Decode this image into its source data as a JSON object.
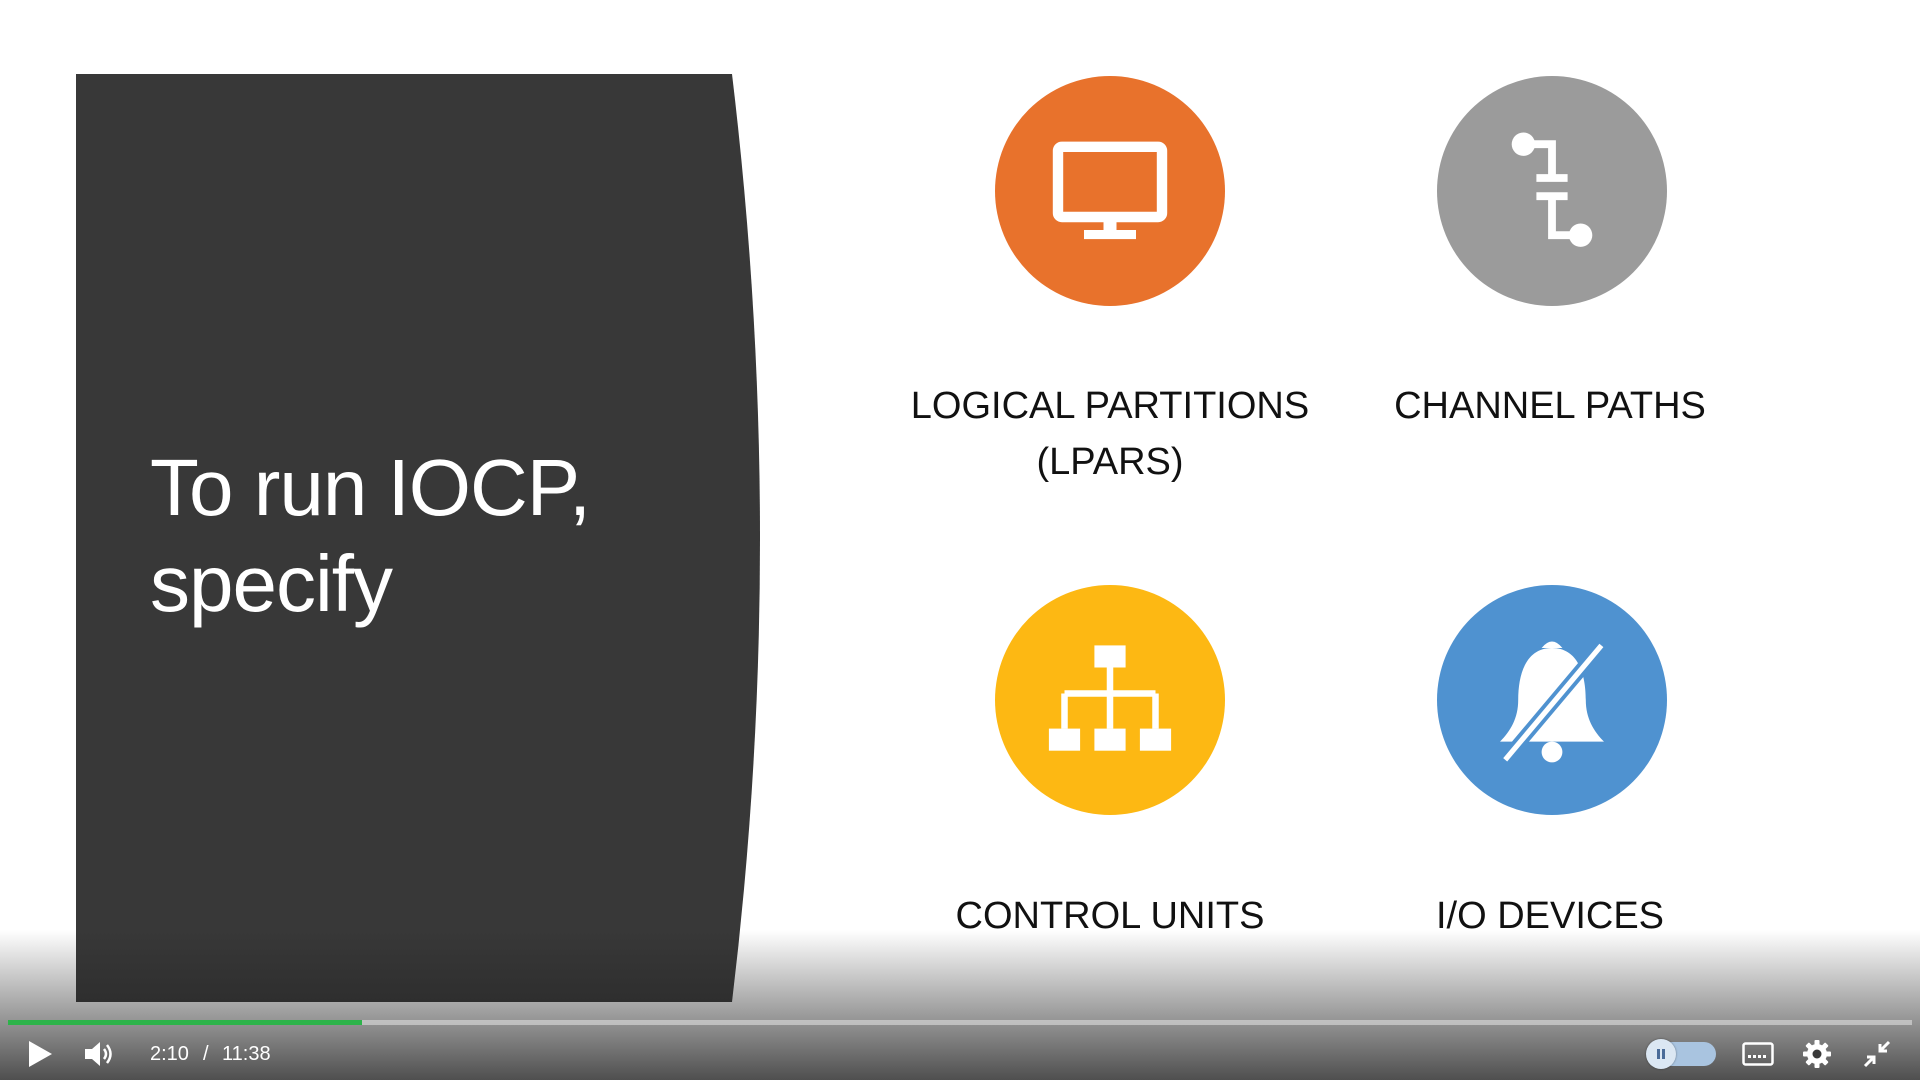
{
  "slide": {
    "title_line1": "To run IOCP,",
    "title_line2": "specify",
    "items": [
      {
        "label": "LOGICAL PARTITIONS (LPARS)",
        "color": "#E8722C",
        "icon": "monitor-icon"
      },
      {
        "label": "CHANNEL PATHS",
        "color": "#9B9B9B",
        "icon": "path-connector-icon"
      },
      {
        "label": "CONTROL UNITS",
        "color": "#FDB813",
        "icon": "hierarchy-icon"
      },
      {
        "label": "I/O DEVICES",
        "color": "#4F92D0",
        "icon": "bell-slash-icon"
      }
    ],
    "panel_color": "#383838"
  },
  "player": {
    "current_time": "2:10",
    "separator": "/",
    "duration": "11:38",
    "progress_fraction": 0.186,
    "progress_color": "#2DB34A",
    "icons": [
      "play-icon",
      "volume-icon",
      "speed-toggle",
      "captions-icon",
      "settings-icon",
      "exit-fullscreen-icon"
    ]
  }
}
